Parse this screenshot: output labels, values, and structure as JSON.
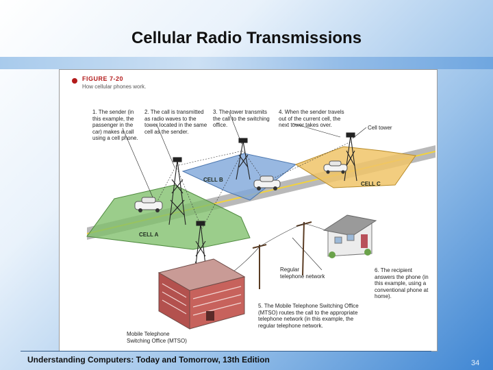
{
  "slide": {
    "title": "Cellular Radio Transmissions",
    "footer": "Understanding Computers: Today and Tomorrow, 13th Edition",
    "page_number": "34"
  },
  "figure": {
    "label": "FIGURE 7-20",
    "caption": "How cellular phones work.",
    "steps": [
      "1. The sender (in this example, the passenger in the car) makes a call using a cell phone.",
      "2. The call is transmitted as radio waves to the tower located in the same cell as the sender.",
      "3. The tower transmits the call to the switching office.",
      "4. When the sender travels out of the current cell, the next tower takes over.",
      "5. The Mobile Telephone Switching Office (MTSO) routes the call to the appropriate telephone network (in this example, the regular telephone network.",
      "6. The recipient answers the phone (in this example, using a conventional phone at home)."
    ],
    "cells": [
      "CELL A",
      "CELL B",
      "CELL C"
    ],
    "labels": {
      "cell_tower": "Cell tower",
      "telephone_network": "Regular\ntelephone network",
      "mtso": "Mobile Telephone\nSwitching Office (MTSO)"
    }
  }
}
